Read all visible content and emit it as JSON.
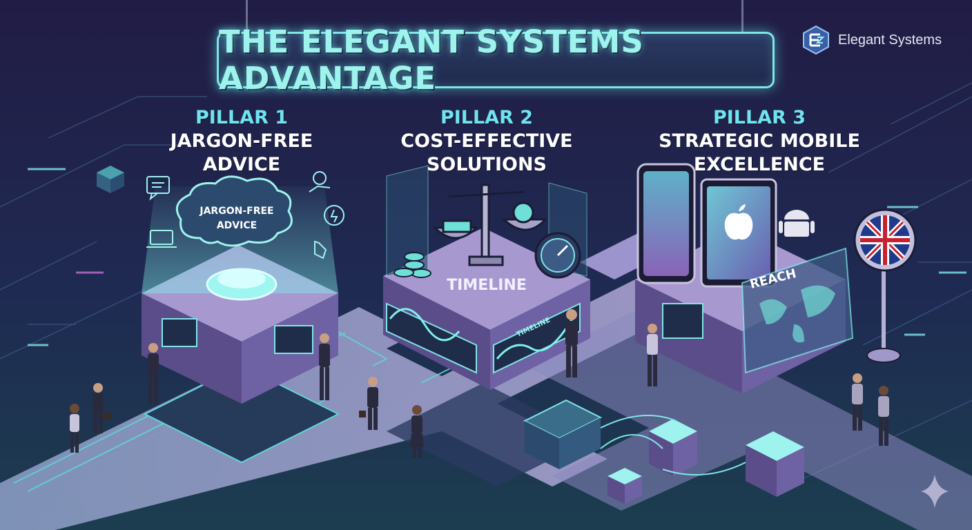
{
  "header": {
    "title": "THE ELEGANT SYSTEMS ADVANTAGE"
  },
  "brand": {
    "name": "Elegant Systems",
    "logo_icon": "es-monogram-icon"
  },
  "pillars": [
    {
      "number": "PILLAR 1",
      "name_line1": "JARGON-FREE",
      "name_line2": "ADVICE",
      "bubble_line1": "JARGON-FREE",
      "bubble_line2": "ADVICE"
    },
    {
      "number": "PILLAR 2",
      "name_line1": "COST-EFFECTIVE",
      "name_line2": "SOLUTIONS",
      "scene_label": "TIMELINE",
      "screen_label": "TIMELINE"
    },
    {
      "number": "PILLAR 3",
      "name_line1": "STRATEGIC MOBILE",
      "name_line2": "EXCELLENCE",
      "map_label": "REACH"
    }
  ],
  "icons": [
    "chat-icon",
    "laptop-icon",
    "money-hand-icon",
    "lightbulb-icon",
    "pointer-hand-icon",
    "scale-icon",
    "stopwatch-icon",
    "coins-icon",
    "smartphone-icon",
    "tablet-icon",
    "apple-icon",
    "android-icon",
    "uk-flag-pin-icon",
    "world-map-icon",
    "sparkle-icon"
  ],
  "colors": {
    "background": "#1c1a3d",
    "accent_cyan": "#7fe6e6",
    "pillar_label": "#6fe4ee",
    "platform_purple": "#6a5d9e"
  }
}
